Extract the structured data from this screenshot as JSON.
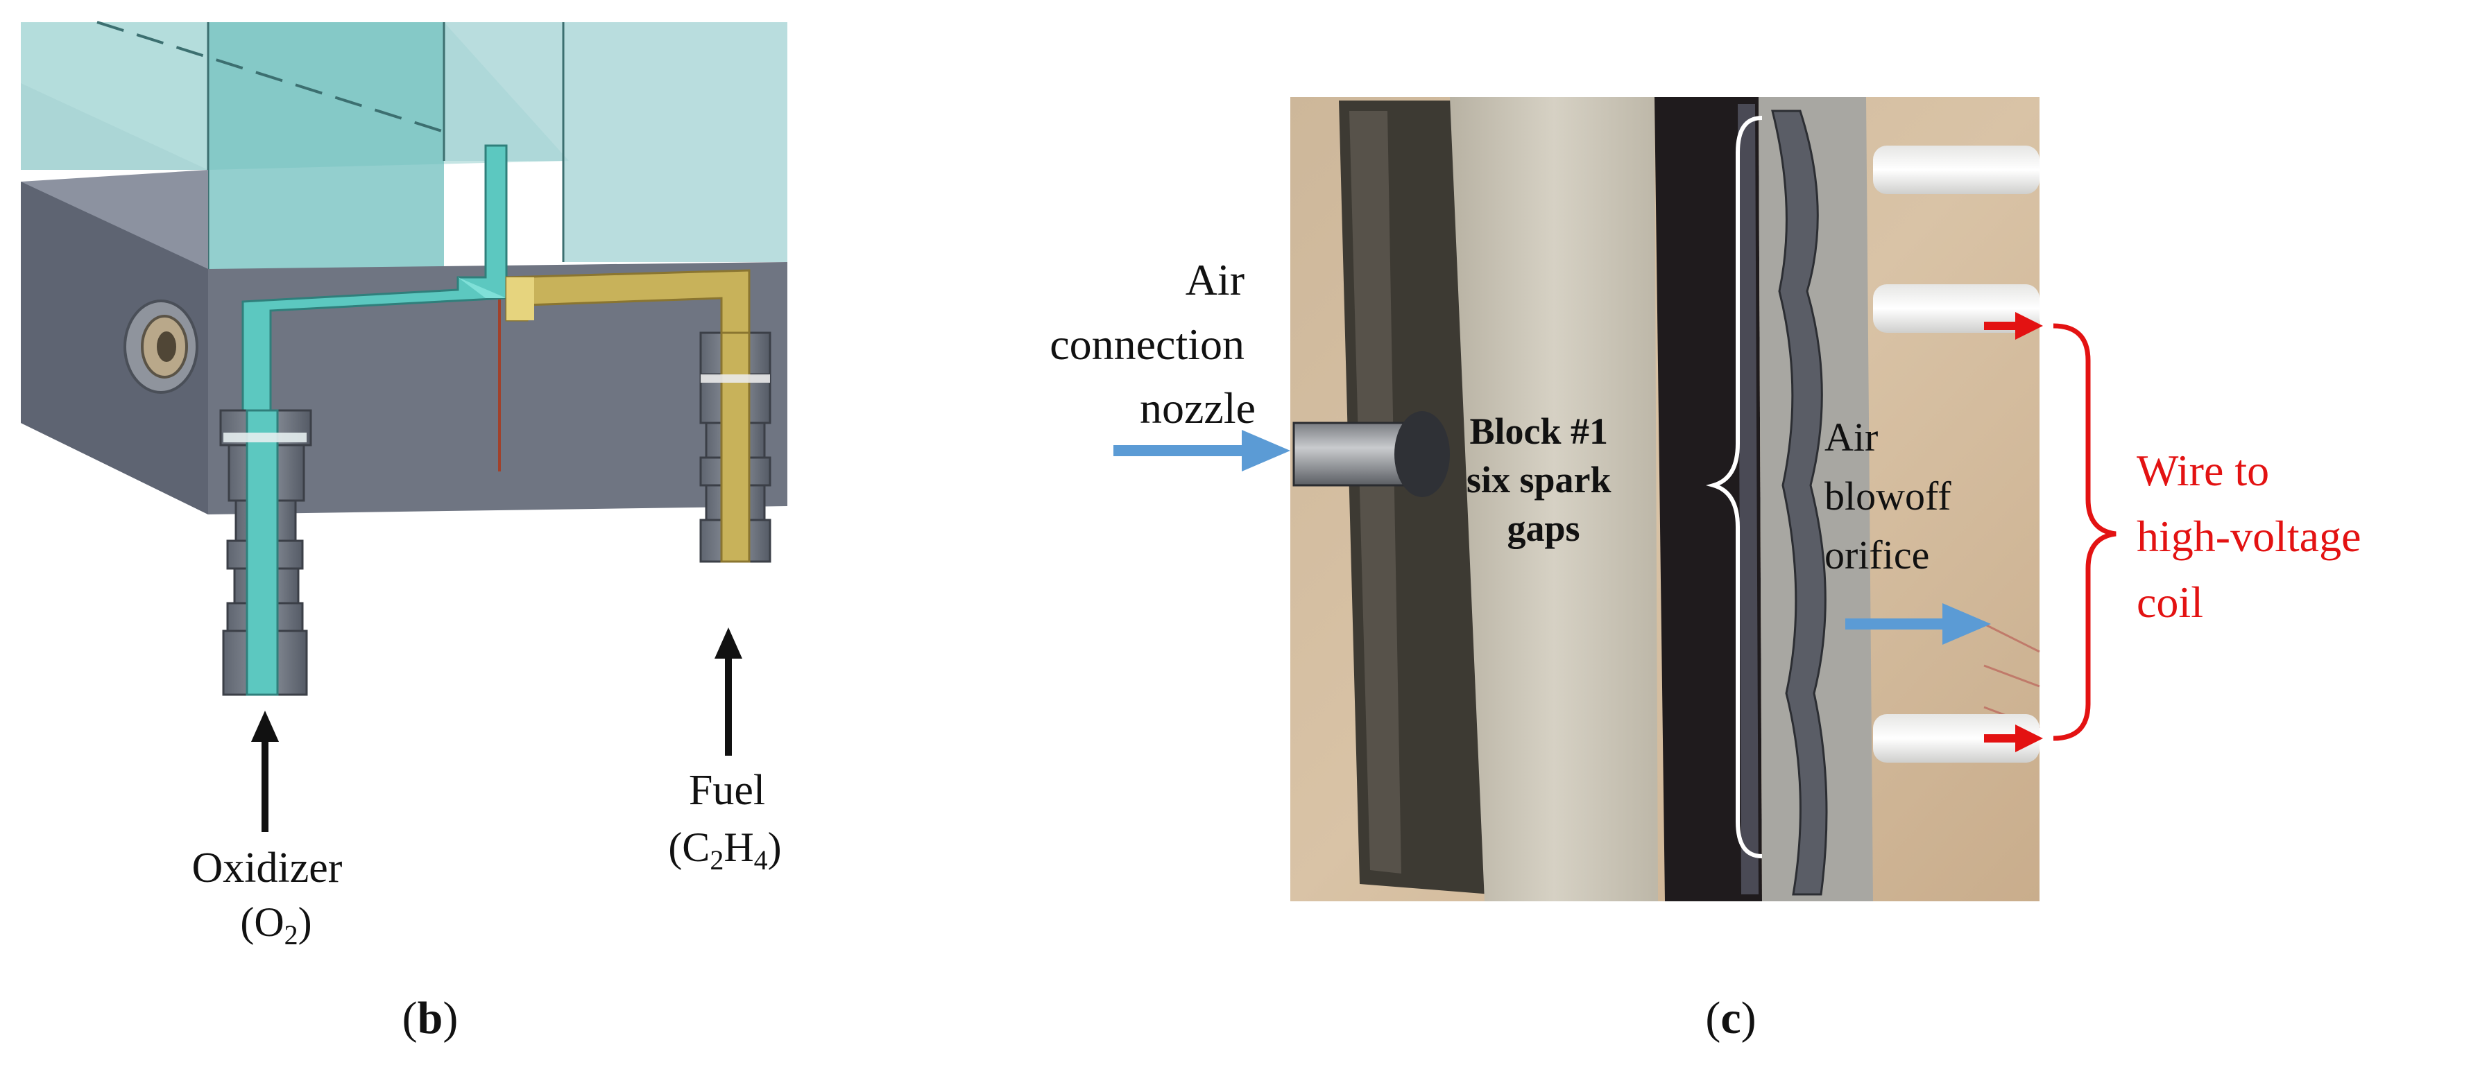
{
  "panel_b": {
    "letter": "b",
    "oxidizer_label": "Oxidizer",
    "oxidizer_formula": {
      "open": "(O",
      "sub": "2",
      "close": ")"
    },
    "fuel_label": "Fuel",
    "fuel_formula": {
      "open": "(C",
      "sub1": "2",
      "mid": "H",
      "sub2": "4",
      "close": ")"
    }
  },
  "panel_c": {
    "letter": "c",
    "air_connection": [
      "Air",
      "connection",
      "nozzle"
    ],
    "block_label": [
      "Block #1",
      "six spark",
      "gaps"
    ],
    "air_blowoff": [
      "Air",
      "blowoff",
      "orifice"
    ],
    "wire_label": [
      "Wire to",
      "high-voltage",
      "coil"
    ]
  },
  "colors": {
    "oxidizer_channel": "#5cc8c0",
    "fuel_channel": "#c8b25a",
    "block_body": "#6f7582",
    "glass": "#a9d4d6",
    "air_arrow": "#5b9bd5",
    "wire_label": "#e31212"
  }
}
